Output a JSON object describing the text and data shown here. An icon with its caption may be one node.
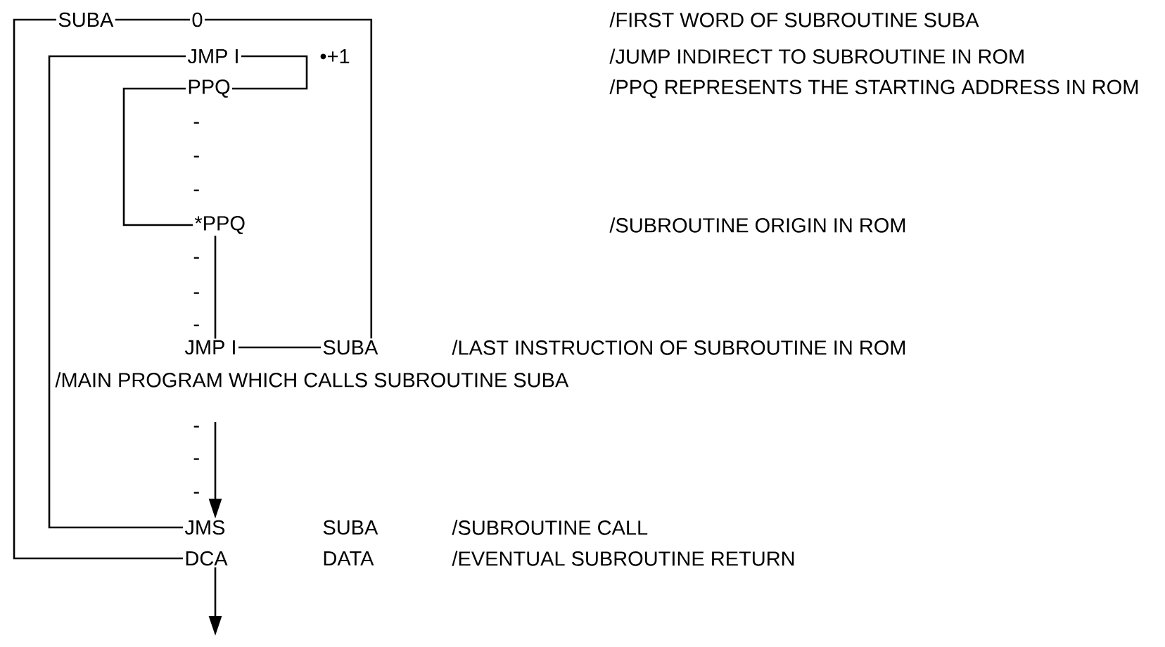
{
  "diagram": {
    "nodes": [
      {
        "text": [
          "SUBA"
        ]
      },
      {
        "text": [
          "0"
        ]
      },
      {
        "text": [
          "JMP I"
        ]
      },
      {
        "text": [
          "•+1"
        ]
      },
      {
        "text": [
          "PPQ"
        ]
      },
      {
        "text": [
          "*PPQ"
        ]
      },
      {
        "text": [
          "JMP I"
        ]
      },
      {
        "text": [
          "SUBA"
        ]
      },
      {
        "text": [
          "JMS"
        ]
      },
      {
        "text": [
          "DCA"
        ]
      }
    ],
    "edges": [
      {
        "from": 0,
        "to": 1,
        "arrow": "none"
      },
      {
        "from": 1,
        "to": 7,
        "arrow": "none"
      },
      {
        "from": 2,
        "to": 4,
        "arrow": "none"
      },
      {
        "from": 4,
        "to": 5,
        "arrow": "none"
      },
      {
        "from": 5,
        "to": 6,
        "arrow": "none"
      },
      {
        "from": 6,
        "to": 7,
        "arrow": "none"
      },
      {
        "from": 0,
        "to": 9,
        "arrow": "none"
      },
      {
        "from": 8,
        "to": 2,
        "arrow": "none"
      },
      {
        "from": null,
        "to": 8,
        "arrow": "to"
      },
      {
        "from": 9,
        "to": null,
        "arrow": "to"
      }
    ],
    "labels": [
      "/FIRST WORD OF SUBROUTINE SUBA",
      "/JUMP INDIRECT TO SUBROUTINE IN ROM",
      "/PPQ REPRESENTS THE STARTING ADDRESS IN ROM",
      "-",
      "-",
      "-",
      "/SUBROUTINE ORIGIN IN ROM",
      "-",
      "-",
      "-",
      "/LAST INSTRUCTION OF SUBROUTINE IN ROM",
      "/MAIN PROGRAM WHICH CALLS SUBROUTINE SUBA",
      "-",
      "-",
      "-",
      "SUBA",
      "/SUBROUTINE CALL",
      "DATA",
      "/EVENTUAL SUBROUTINE RETURN"
    ]
  }
}
